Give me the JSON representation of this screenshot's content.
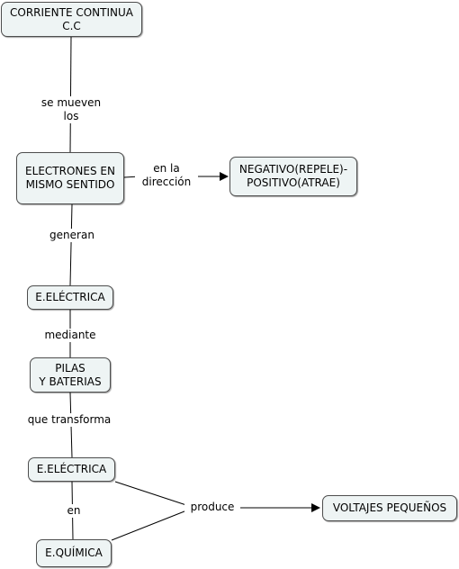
{
  "nodes": {
    "corriente": "CORRIENTE CONTINUA\nC.C",
    "electrones": "ELECTRONES EN\nMISMO SENTIDO",
    "negativo": "NEGATIVO(REPELE)-\nPOSITIVO(ATRAE)",
    "electrica1": "E.ELÉCTRICA",
    "pilas": "PILAS\nY BATERIAS",
    "electrica2": "E.ELÉCTRICA",
    "quimica": "E.QUÍMICA",
    "voltajes": "VOLTAJES PEQUEÑOS"
  },
  "links": {
    "se_mueven": "se mueven\nlos",
    "en_la_direccion": "en la\ndirección",
    "generan": "generan",
    "mediante": "mediante",
    "que_transforma": "que transforma",
    "en": "en",
    "produce": "produce"
  },
  "colors": {
    "node_fill": "#eef4f4",
    "node_border": "#4d4d4d",
    "line": "#000000"
  }
}
